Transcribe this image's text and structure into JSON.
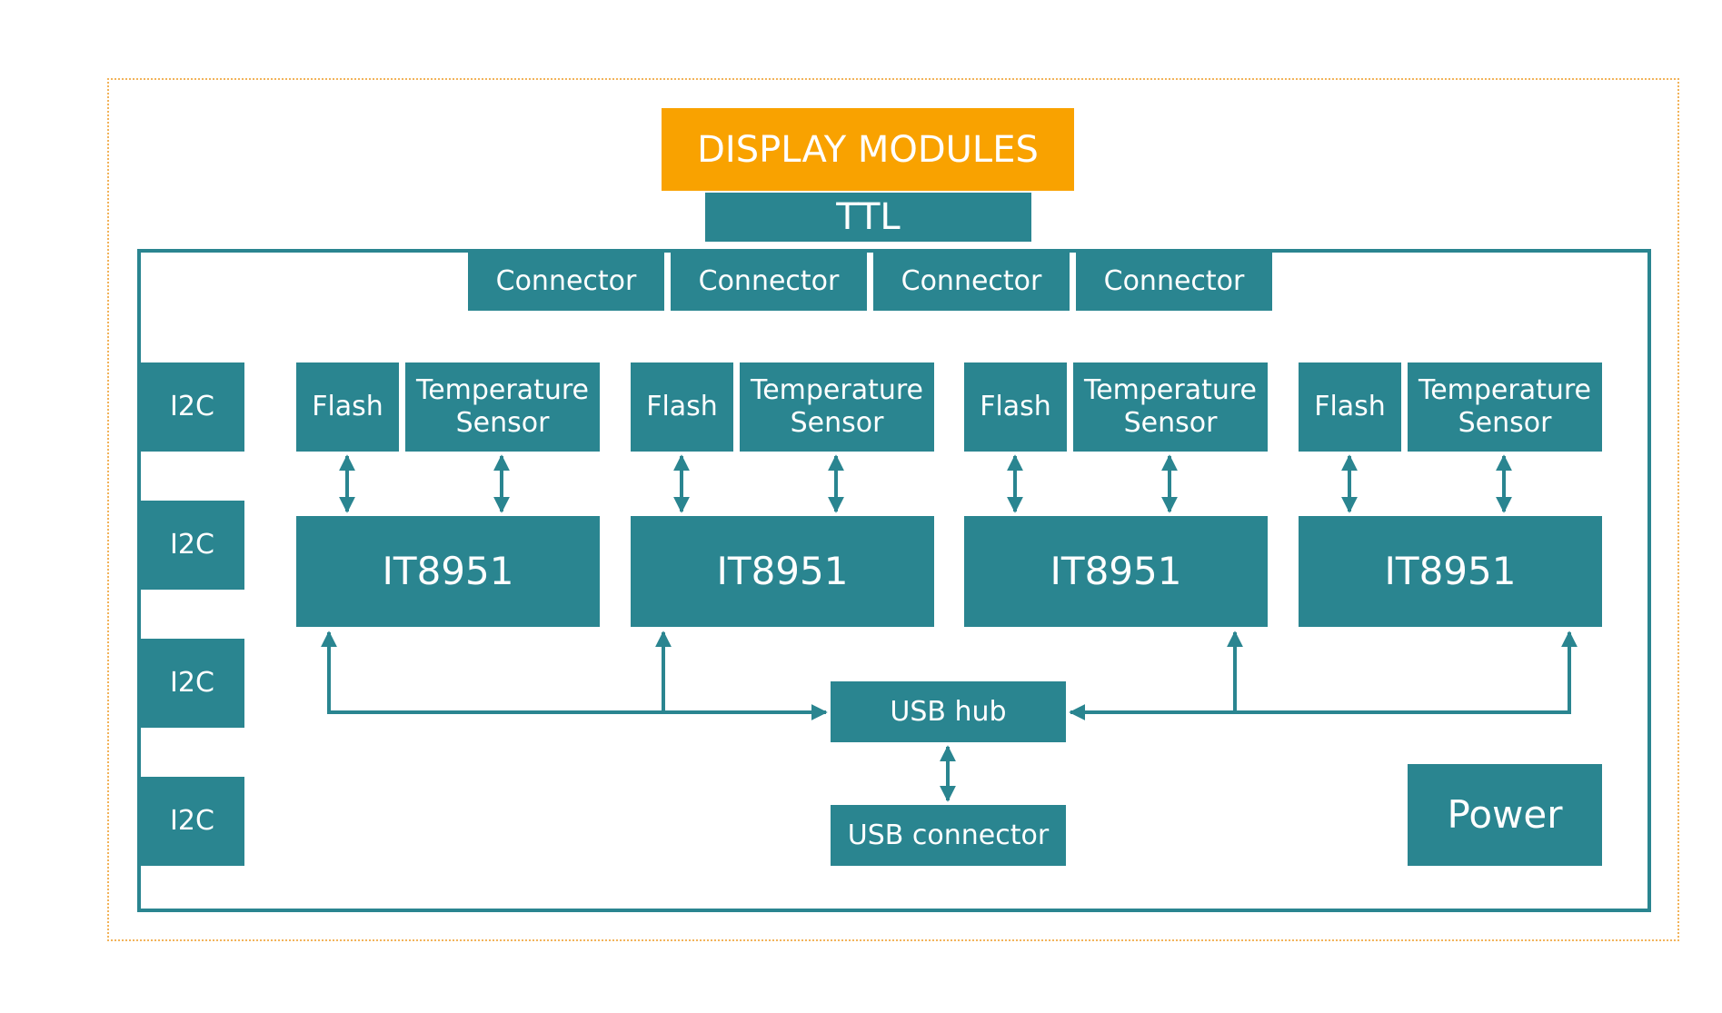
{
  "title": "DISPLAY MODULES",
  "ttl": "TTL",
  "connectors": [
    "Connector",
    "Connector",
    "Connector",
    "Connector"
  ],
  "i2c": [
    "I2C",
    "I2C",
    "I2C",
    "I2C"
  ],
  "flash": [
    "Flash",
    "Flash",
    "Flash",
    "Flash"
  ],
  "temperature_sensor": [
    "Temperature Sensor",
    "Temperature Sensor",
    "Temperature Sensor",
    "Temperature Sensor"
  ],
  "controllers": [
    "IT8951",
    "IT8951",
    "IT8951",
    "IT8951"
  ],
  "usb_hub": "USB hub",
  "usb_connector": "USB connector",
  "power": "Power",
  "colors": {
    "teal": "#2a8590",
    "orange": "#f9a200",
    "dotted_border": "#f2b35a"
  }
}
